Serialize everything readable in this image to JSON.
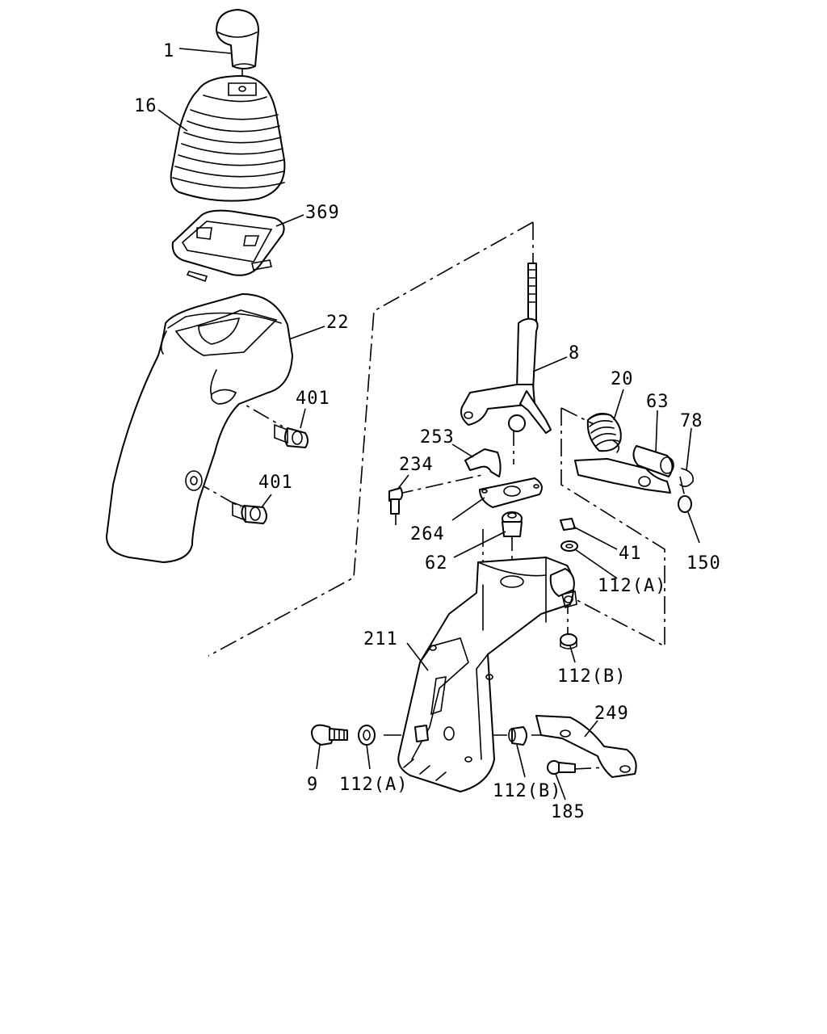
{
  "labels": {
    "p1": "1",
    "p16": "16",
    "p369": "369",
    "p22": "22",
    "p401a": "401",
    "p401b": "401",
    "p8": "8",
    "p20": "20",
    "p63": "63",
    "p78": "78",
    "p253": "253",
    "p234": "234",
    "p264": "264",
    "p62": "62",
    "p41": "41",
    "p112a_top": "112(A)",
    "p150": "150",
    "p211": "211",
    "p112b_top": "112(B)",
    "p249": "249",
    "p9": "9",
    "p112a_bot": "112(A)",
    "p112b_bot": "112(B)",
    "p185": "185"
  }
}
